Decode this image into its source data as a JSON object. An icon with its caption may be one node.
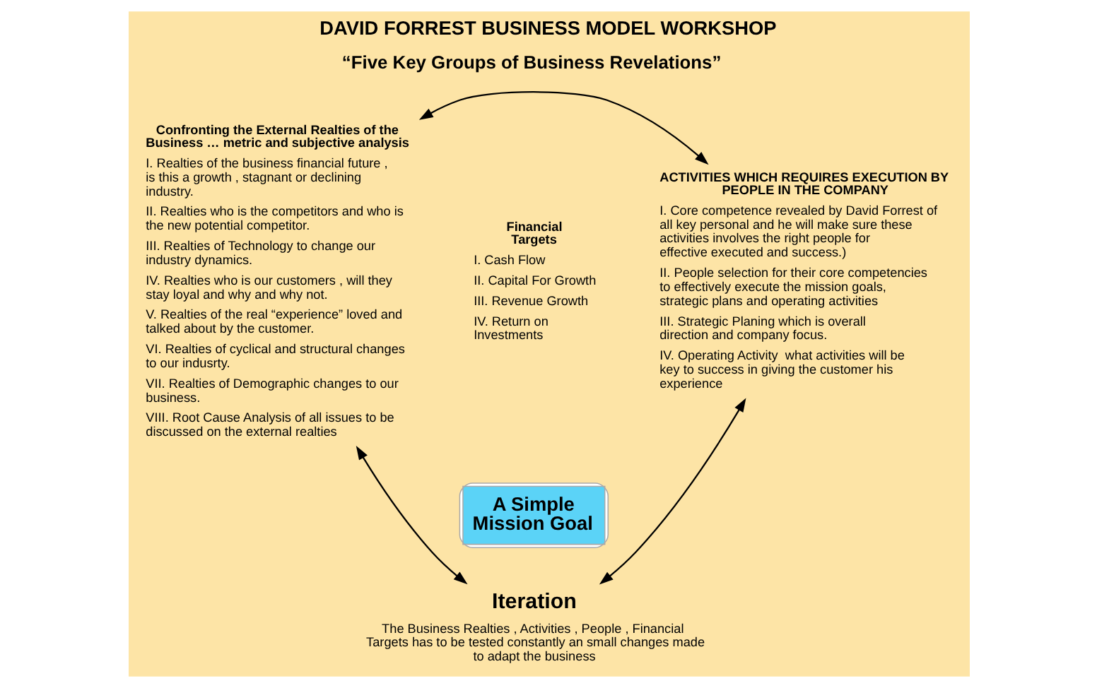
{
  "diagram": {
    "title": "DAVID FORREST BUSINESS MODEL WORKSHOP",
    "labels": [
      "“Five Key Groups of Business Revelations”"
    ],
    "nodes": [
      {
        "text": [
          "Confronting the External Realties of the Business … metric and subjective analysis",
          "I. Realties of the business financial future , is this a growth , stagnant or declining industry.",
          "II. Realties who is the competitors and who is the new potential competitor.",
          "III. Realties of Technology to change our industry dynamics.",
          "IV. Realties who is our customers , will they stay loyal and why and why not.",
          "V. Realties of the real “experience” loved and talked about by the customer.",
          "VI. Realties of cyclical and structural changes to our indusrty.",
          "VII. Realties of Demographic changes to our business.",
          "VIII. Root Cause Analysis of all issues to be discussed on the external realties"
        ]
      },
      {
        "text": [
          "Financial Targets",
          "I. Cash Flow",
          "II. Capital For Growth",
          "III. Revenue Growth",
          "IV. Return on Investments"
        ]
      },
      {
        "text": [
          "ACTIVITIES WHICH REQUIRES EXECUTION BY PEOPLE IN THE COMPANY",
          "I. Core competence revealed by David Forrest of all key personal and he will make sure these activities involves the right people for effective executed and success.)",
          "II. People selection for their core competencies to effectively execute the mission goals, strategic plans and operating activities",
          "III. Strategic Planing which is overall direction and company focus.",
          "IV. Operating Activity  what activities will be key to success in giving the customer his experience"
        ]
      },
      {
        "text": [
          "A Simple Mission Goal"
        ]
      },
      {
        "text": [
          "Iteration",
          "The Business Realties , Activities , People , Financial Targets has to be tested constantly an small changes made to adapt the business"
        ]
      }
    ],
    "edges": [
      {
        "from": 0,
        "to": 2,
        "arrow": "both"
      },
      {
        "from": 0,
        "to": 4,
        "arrow": "both"
      },
      {
        "from": 4,
        "to": 2,
        "arrow": "both"
      }
    ]
  }
}
